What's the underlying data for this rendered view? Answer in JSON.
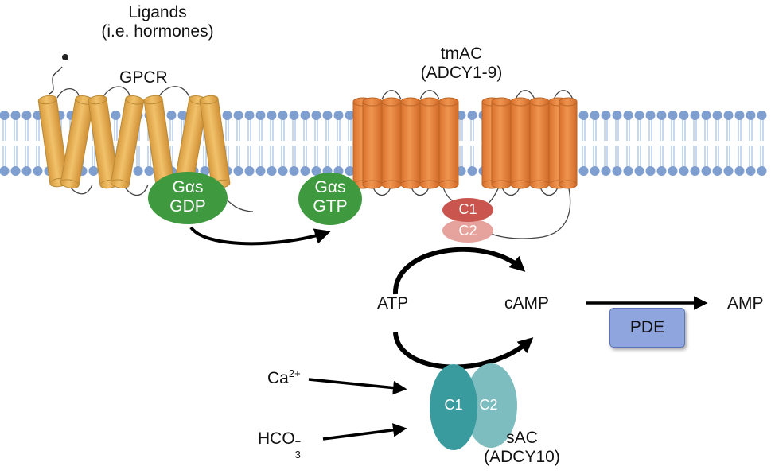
{
  "labels": {
    "ligands_line1": "Ligands",
    "ligands_line2": "(i.e. hormones)",
    "gpcr": "GPCR",
    "tmac_line1": "tmAC",
    "tmac_line2": "(ADCY1-9)",
    "gas_gdp_line1": "Gαs",
    "gas_gdp_line2": "GDP",
    "gas_gtp_line1": "Gαs",
    "gas_gtp_line2": "GTP",
    "tm_c1": "C1",
    "tm_c2": "C2",
    "atp": "ATP",
    "camp": "cAMP",
    "amp": "AMP",
    "pde": "PDE",
    "ca_base": "Ca",
    "ca_sup": "2+",
    "hco_base": "HCO",
    "hco_sub": "3",
    "hco_sup": "−",
    "sac_c1": "C1",
    "sac_c2": "C2",
    "sac_line1": "sAC",
    "sac_line2": "(ADCY10)"
  },
  "colors": {
    "membrane_head": "#7f9fd0",
    "membrane_tail": "#a9c2e6",
    "gpcr_helix": "#e9b35a",
    "gpcr_helix_stroke": "#b98a37",
    "tmac_helix": "#e98a43",
    "tmac_helix_stroke": "#b86426",
    "g_protein": "#3f9a3f",
    "tm_c1": "#c9554e",
    "tm_c2": "#e6a29c",
    "sac_c1": "#3a9b9f",
    "sac_c2": "#7dbcbf",
    "pde": "#8ea6dd",
    "arrow": "#000000"
  }
}
